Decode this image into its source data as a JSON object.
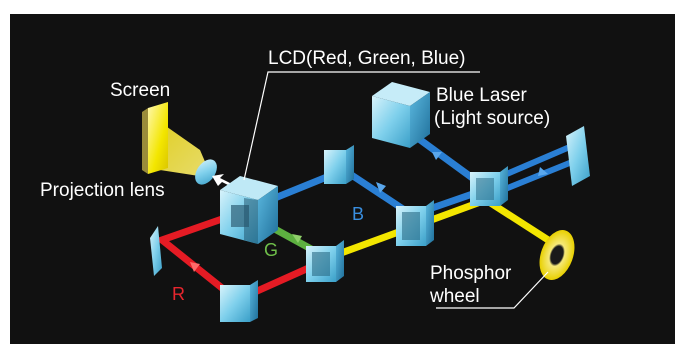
{
  "labels": {
    "lcd": "LCD(Red, Green, Blue)",
    "screen": "Screen",
    "projection_lens": "Projection lens",
    "laser_line1": "Blue Laser",
    "laser_line2": "(Light source)",
    "phosphor_line1": "Phosphor",
    "phosphor_line2": "wheel",
    "beam_b": "B",
    "beam_g": "G",
    "beam_r": "R"
  },
  "colors": {
    "background": "#111111",
    "blue_beam": "#2a7fd4",
    "green_beam": "#5db040",
    "red_beam": "#e51b24",
    "yellow_beam": "#f3e600",
    "optic_glass": "#7fd0ec",
    "label_blue": "#3a8fe0",
    "label_green": "#6fbf4a",
    "label_red": "#e8262e",
    "text": "#ffffff"
  }
}
